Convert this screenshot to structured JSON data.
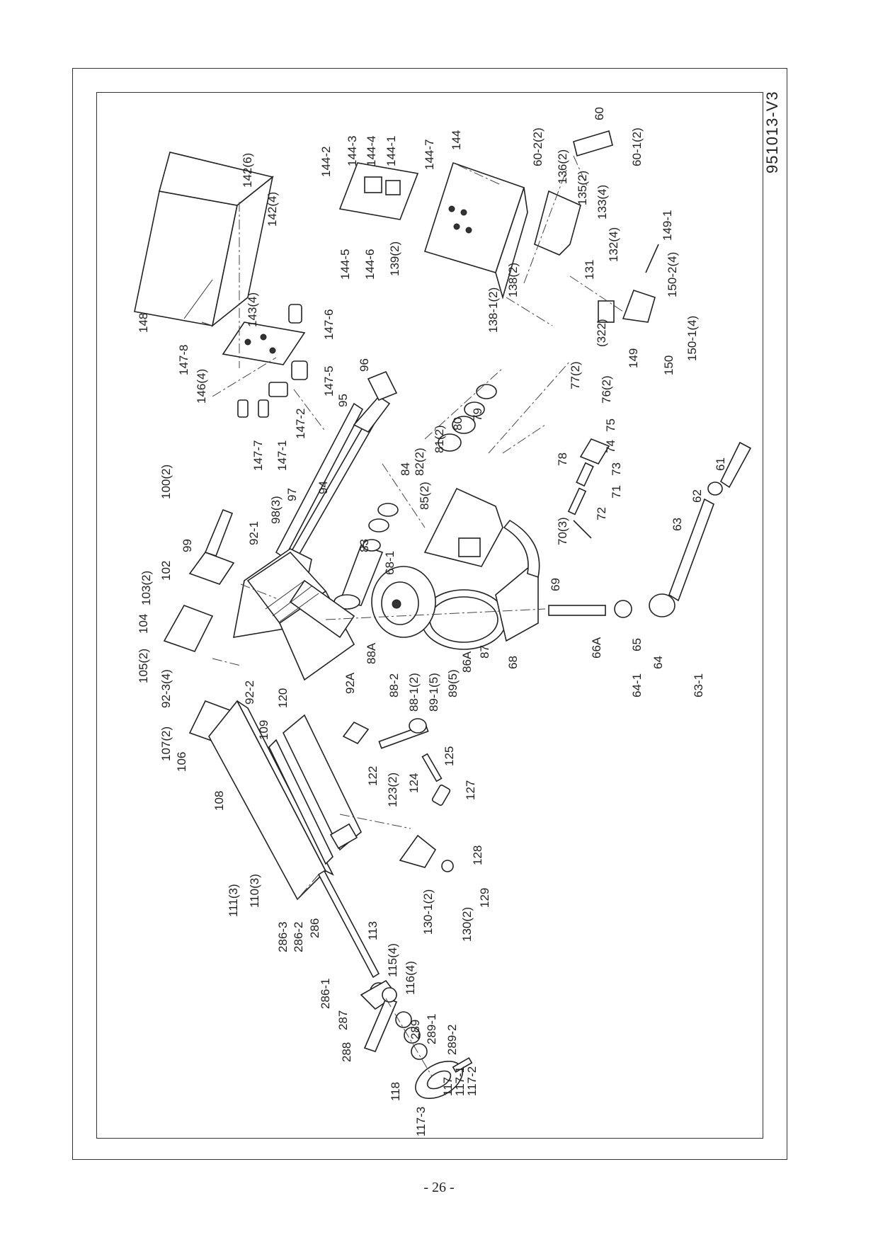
{
  "drawing_code": "951013-V3",
  "page_number": "- 26 -",
  "labels": [
    "148",
    "142(6)",
    "142(4)",
    "143(4)",
    "147-8",
    "146(4)",
    "147-6",
    "147-5",
    "147-2",
    "147-7",
    "147-1",
    "144-2",
    "144-3",
    "144-4",
    "144-1",
    "144-7",
    "144",
    "144-5",
    "144-6",
    "139(2)",
    "60-2(2)",
    "60",
    "60-1(2)",
    "136(2)",
    "135(2)",
    "133(4)",
    "132(4)",
    "131",
    "138-1(2)",
    "138(2)",
    "149-1",
    "150-2(4)",
    "150-1(4)",
    "150",
    "149",
    "(322)",
    "96",
    "95",
    "94",
    "97",
    "98(3)",
    "100(2)",
    "99",
    "92-1",
    "102",
    "103(2)",
    "104",
    "105(2)",
    "92-3(4)",
    "92-2",
    "92A",
    "107(2)",
    "106",
    "120",
    "109",
    "108",
    "79",
    "80",
    "81(2)",
    "82(2)",
    "84",
    "85(2)",
    "83",
    "68-1",
    "86A",
    "87",
    "88A",
    "88-2",
    "88-1(2)",
    "89-1(5)",
    "89(5)",
    "77(2)",
    "76(2)",
    "75",
    "74",
    "73",
    "71",
    "72",
    "78",
    "70(3)",
    "69",
    "68",
    "61",
    "62",
    "63",
    "66A",
    "65",
    "64-1",
    "64",
    "63-1",
    "125",
    "124",
    "123(2)",
    "122",
    "127",
    "128",
    "129",
    "130(2)",
    "130-1(2)",
    "111(3)",
    "110(3)",
    "286-3",
    "286-2",
    "286",
    "113",
    "115(4)",
    "116(4)",
    "286-1",
    "287",
    "288",
    "289",
    "289-1",
    "289-2",
    "118",
    "117",
    "117-1",
    "117-2",
    "117-3"
  ]
}
